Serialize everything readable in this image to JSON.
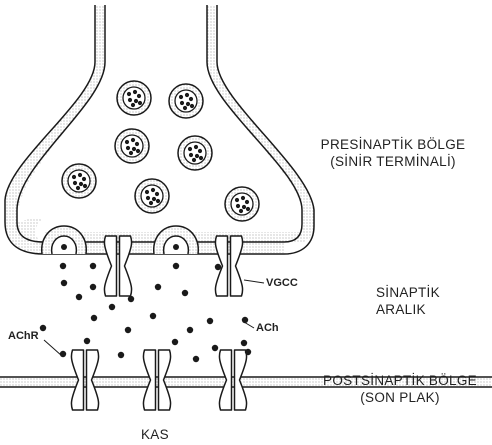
{
  "diagram": {
    "labels": {
      "presynaptic_line1": "PRESİNAPTİK BÖLGE",
      "presynaptic_line2": "(SİNİR TERMİNALİ)",
      "synaptic_line1": "SİNAPTİK",
      "synaptic_line2": "ARALIK",
      "postsynaptic_line1": "POSTSİNAPTİK BÖLGE",
      "postsynaptic_line2": "(SON PLAK)",
      "muscle": "KAS",
      "vgcc": "VGCC",
      "ach": "ACh",
      "achr": "AChR"
    },
    "colors": {
      "ink": "#1a1a1a",
      "stipple": "#bdbdbd",
      "background": "#ffffff"
    }
  }
}
